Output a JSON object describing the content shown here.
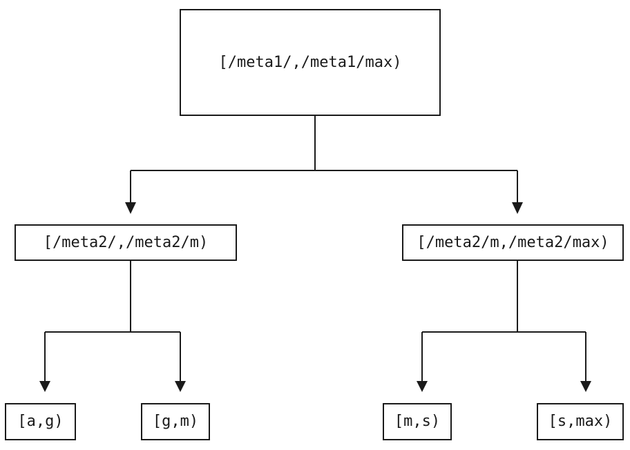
{
  "diagram": {
    "type": "tree",
    "nodes": {
      "root": {
        "label": "[/meta1/,/meta1/max)"
      },
      "l2_left": {
        "label": "[/meta2/,/meta2/m)"
      },
      "l2_right": {
        "label": "[/meta2/m,/meta2/max)"
      },
      "leaf_ag": {
        "label": "[a,g)"
      },
      "leaf_gm": {
        "label": "[g,m)"
      },
      "leaf_ms": {
        "label": "[m,s)"
      },
      "leaf_smax": {
        "label": "[s,max)"
      }
    },
    "edges": [
      {
        "from": "root",
        "to": "l2_left"
      },
      {
        "from": "root",
        "to": "l2_right"
      },
      {
        "from": "l2_left",
        "to": "leaf_ag"
      },
      {
        "from": "l2_left",
        "to": "leaf_gm"
      },
      {
        "from": "l2_right",
        "to": "leaf_ms"
      },
      {
        "from": "l2_right",
        "to": "leaf_smax"
      }
    ],
    "colors": {
      "background": "#ffffff",
      "line": "#1a1a1a",
      "box_border": "#1a1a1a",
      "text": "#1a1a1a"
    }
  }
}
